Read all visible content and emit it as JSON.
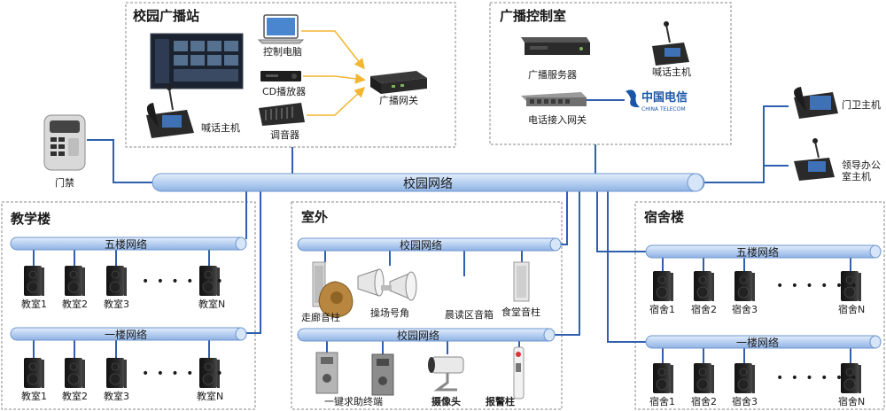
{
  "boxes": {
    "station": {
      "title": "校园广播站"
    },
    "control": {
      "title": "广播控制室"
    },
    "teaching": {
      "title": "教学楼"
    },
    "outdoor": {
      "title": "室外"
    },
    "dorm": {
      "title": "宿舍楼"
    }
  },
  "station": {
    "pc": "控制电脑",
    "cd": "CD播放器",
    "mixer": "调音器",
    "gateway": "广播网关",
    "host": "喊话主机"
  },
  "control": {
    "server": "广播服务器",
    "host": "喊话主机",
    "phone_gw": "电话接入网关",
    "telecom_cn": "中国电信",
    "telecom_en": "CHINA TELECOM"
  },
  "door": {
    "label": "门禁"
  },
  "backbone": {
    "label": "校园网络"
  },
  "right_devices": {
    "guard": "门卫主机",
    "leader_l1": "领导办公",
    "leader_l2": "室主机"
  },
  "teaching": {
    "net5": "五楼网络",
    "net1": "一楼网络",
    "rooms5": [
      "教室1",
      "教室2",
      "教室3",
      "教室N"
    ],
    "rooms1": [
      "教室1",
      "教室2",
      "教室3",
      "教室N"
    ]
  },
  "outdoor": {
    "net_top": "校园网络",
    "net_bottom": "校园网络",
    "corridor": "走廊音柱",
    "field": "操场号角",
    "reading": "晨读区音箱",
    "canteen": "食堂音柱",
    "sos": "一键求助终端",
    "camera": "摄像头",
    "alarm": "报警柱"
  },
  "dorm": {
    "net5": "五楼网络",
    "net1": "一楼网络",
    "rooms5": [
      "宿舍1",
      "宿舍2",
      "宿舍3",
      "宿舍N"
    ],
    "rooms1": [
      "宿舍1",
      "宿舍2",
      "宿舍3",
      "宿舍N"
    ]
  },
  "colors": {
    "line": "#2f5fae",
    "pipe_fill": "#c5daf5",
    "pipe_stroke": "#6d96cf",
    "arrow": "#f2b632",
    "box": "#8a8a8a"
  }
}
